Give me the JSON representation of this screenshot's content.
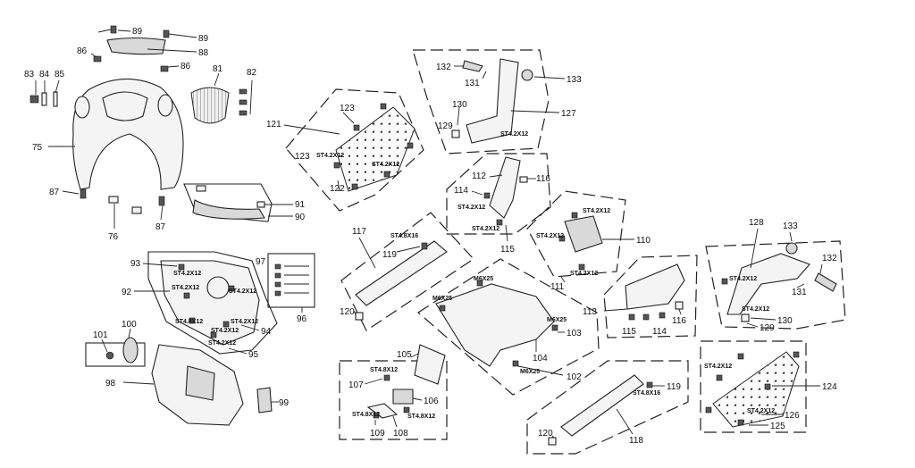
{
  "callouts": {
    "c75": "75",
    "c76": "76",
    "c81": "81",
    "c82": "82",
    "c83": "83",
    "c84": "84",
    "c85": "85",
    "c86a": "86",
    "c86b": "86",
    "c87a": "87",
    "c87b": "87",
    "c88": "88",
    "c89a": "89",
    "c89b": "89",
    "c90": "90",
    "c91": "91",
    "c92": "92",
    "c93": "93",
    "c94": "94",
    "c95": "95",
    "c96": "96",
    "c97": "97",
    "c98": "98",
    "c99": "99",
    "c100": "100",
    "c101": "101",
    "c102": "102",
    "c103": "103",
    "c104": "104",
    "c105": "105",
    "c106": "106",
    "c107": "107",
    "c108": "108",
    "c109": "109",
    "c110": "110",
    "c111": "111",
    "c112": "112",
    "c113": "113",
    "c114a": "114",
    "c114b": "114",
    "c115a": "115",
    "c115b": "115",
    "c116a": "116",
    "c116b": "116",
    "c117": "117",
    "c118": "118",
    "c119a": "119",
    "c119b": "119",
    "c120a": "120",
    "c120b": "120",
    "c121": "121",
    "c122": "122",
    "c123a": "123",
    "c123b": "123",
    "c124": "124",
    "c125": "125",
    "c126": "126",
    "c127": "127",
    "c128": "128",
    "c129a": "129",
    "c129b": "129",
    "c130a": "130",
    "c130b": "130",
    "c131a": "131",
    "c131b": "131",
    "c132a": "132",
    "c132b": "132",
    "c133a": "133",
    "c133b": "133"
  },
  "screw_labels": {
    "s1": "ST4.2X12",
    "s2": "ST4.2X12",
    "s3": "ST4.2X12",
    "s4": "ST4.8X12",
    "s5": "ST4.2X12",
    "s6": "ST4.2X12",
    "s7": "ST4.2X12",
    "s8": "ST4.8X16",
    "s9": "M6X25",
    "s10": "M6X25",
    "s11": "M6X25",
    "s12": "M6X25",
    "s13": "ST4.8X12",
    "s14": "ST4.8X12",
    "s15": "ST4.8X12",
    "s16": "ST4.2X12",
    "s17": "ST4.2X12",
    "s18": "ST4.2X12",
    "s19": "ST4.2X12",
    "s20": "ST4.2X12",
    "s21": "ST4.2X12",
    "s22": "ST4.2X12",
    "s23": "ST4.2X12",
    "s24": "ST4.8X16",
    "s25": "ST4.2X12",
    "s26": "ST4.2X12",
    "s27": "ST4.2X12",
    "s28": "ST4.2X12"
  }
}
